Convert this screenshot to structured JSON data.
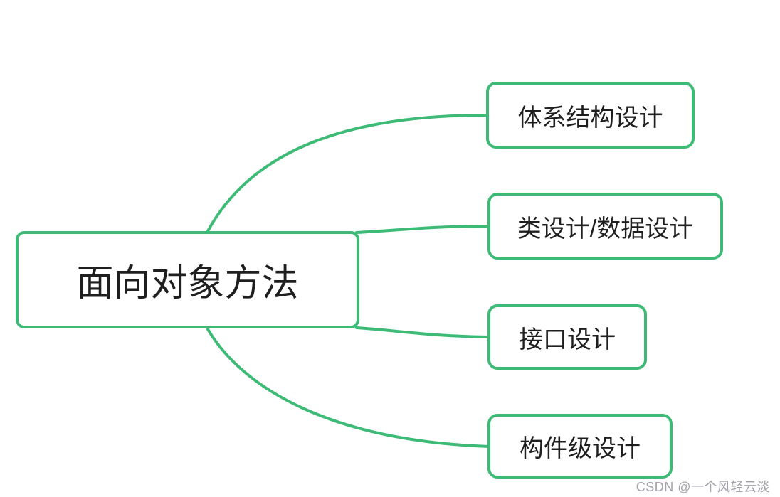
{
  "colors": {
    "branch": "#3dbb76",
    "text": "#1f1f1f",
    "watermark": "#a2a2aa"
  },
  "root": {
    "label": "面向对象方法"
  },
  "children": [
    {
      "label": "体系结构设计"
    },
    {
      "label": "类设计/数据设计"
    },
    {
      "label": "接口设计"
    },
    {
      "label": "构件级设计"
    }
  ],
  "watermark": {
    "text": "CSDN @一个风轻云淡"
  }
}
